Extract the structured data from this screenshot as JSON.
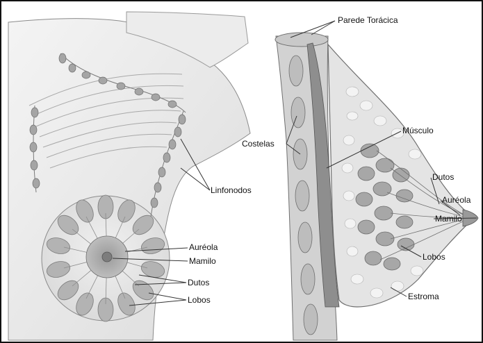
{
  "figure": {
    "colors": {
      "tissue": "#d6d6d6",
      "skin": "#e9e9e9",
      "lobule": "#a9a9a9",
      "muscle": "#8e8e8e",
      "outline": "#5a5a5a",
      "leader": "#333333"
    },
    "front_view": {
      "labels": {
        "lymph_nodes": "Linfonodos",
        "areola": "Auréola",
        "nipple": "Mamilo",
        "ducts": "Dutos",
        "lobes": "Lobos"
      }
    },
    "section_view": {
      "labels": {
        "chest_wall": "Parede Torácica",
        "muscle": "Músculo",
        "ribs": "Costelas",
        "ducts": "Dutos",
        "areola": "Auréola",
        "nipple": "Mamilo",
        "lobes": "Lobos",
        "stroma": "Estroma"
      }
    }
  }
}
